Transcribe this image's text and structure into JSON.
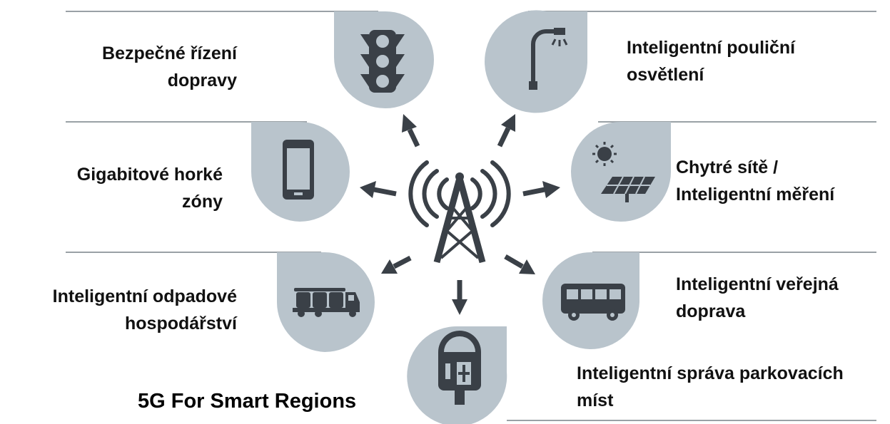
{
  "title": "5G For Smart Regions",
  "colors": {
    "bubble": "#b9c4cc",
    "icon": "#3a4047",
    "arrow": "#3a4047",
    "divider": "#9aa1a6",
    "text": "#111111"
  },
  "center": {
    "icon": "cell-tower-icon"
  },
  "items": [
    {
      "id": "traffic",
      "icon": "traffic-light-icon",
      "lines": [
        "Bezpečné řízení",
        "dopravy"
      ]
    },
    {
      "id": "lighting",
      "icon": "street-lamp-icon",
      "lines": [
        "Inteligentní pouliční",
        "osvětlení"
      ]
    },
    {
      "id": "hotspot",
      "icon": "smartphone-icon",
      "lines": [
        "Gigabitové horké",
        "zóny"
      ]
    },
    {
      "id": "grid",
      "icon": "solar-panel-icon",
      "lines": [
        "Chytré sítě /",
        "Inteligentní měření"
      ]
    },
    {
      "id": "waste",
      "icon": "garbage-truck-icon",
      "lines": [
        "Inteligentní odpadové",
        "hospodářství"
      ]
    },
    {
      "id": "transport",
      "icon": "bus-icon",
      "lines": [
        "Inteligentní veřejná",
        "doprava"
      ]
    },
    {
      "id": "parking",
      "icon": "parking-meter-icon",
      "lines": [
        "Inteligentní správa parkovacích",
        "míst"
      ]
    }
  ]
}
